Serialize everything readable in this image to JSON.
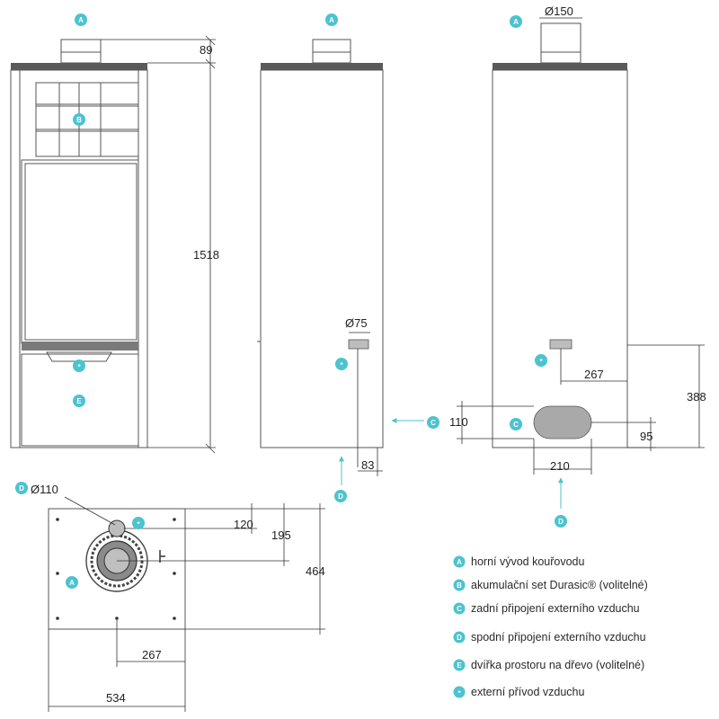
{
  "badges": {
    "a": "A",
    "b": "B",
    "c": "C",
    "d": "D",
    "e": "E",
    "star": "*"
  },
  "dimensions": {
    "flue_diameter": "Ø150",
    "flue_height": "89",
    "total_height": "1518",
    "rear_air_diameter": "Ø75",
    "rear_air_offset": "83",
    "rear_air_height": "110",
    "back_air_offset": "267",
    "back_air_height": "388",
    "back_bottom_height": "95",
    "oval_width": "210",
    "bottom_air_diameter": "Ø110",
    "top_offset_120": "120",
    "top_offset_195": "195",
    "top_depth": "464",
    "top_offset_267": "267",
    "top_width": "534"
  },
  "legend": [
    {
      "badge": "A",
      "text": "horní vývod kouřovodu"
    },
    {
      "badge": "B",
      "text": "akumulační set Durasic® (volitelné)"
    },
    {
      "badge": "C",
      "text": "zadní připojení externího vzduchu"
    },
    {
      "badge": "D",
      "text": "spodní připojení externího vzduchu"
    },
    {
      "badge": "E",
      "text": "dvířka prostoru na dřevo (volitelné)"
    },
    {
      "badge": "*",
      "text": "externí přívod vzduchu"
    }
  ],
  "colors": {
    "accent": "#4cc3cf",
    "line": "#555555",
    "text": "#222222"
  }
}
